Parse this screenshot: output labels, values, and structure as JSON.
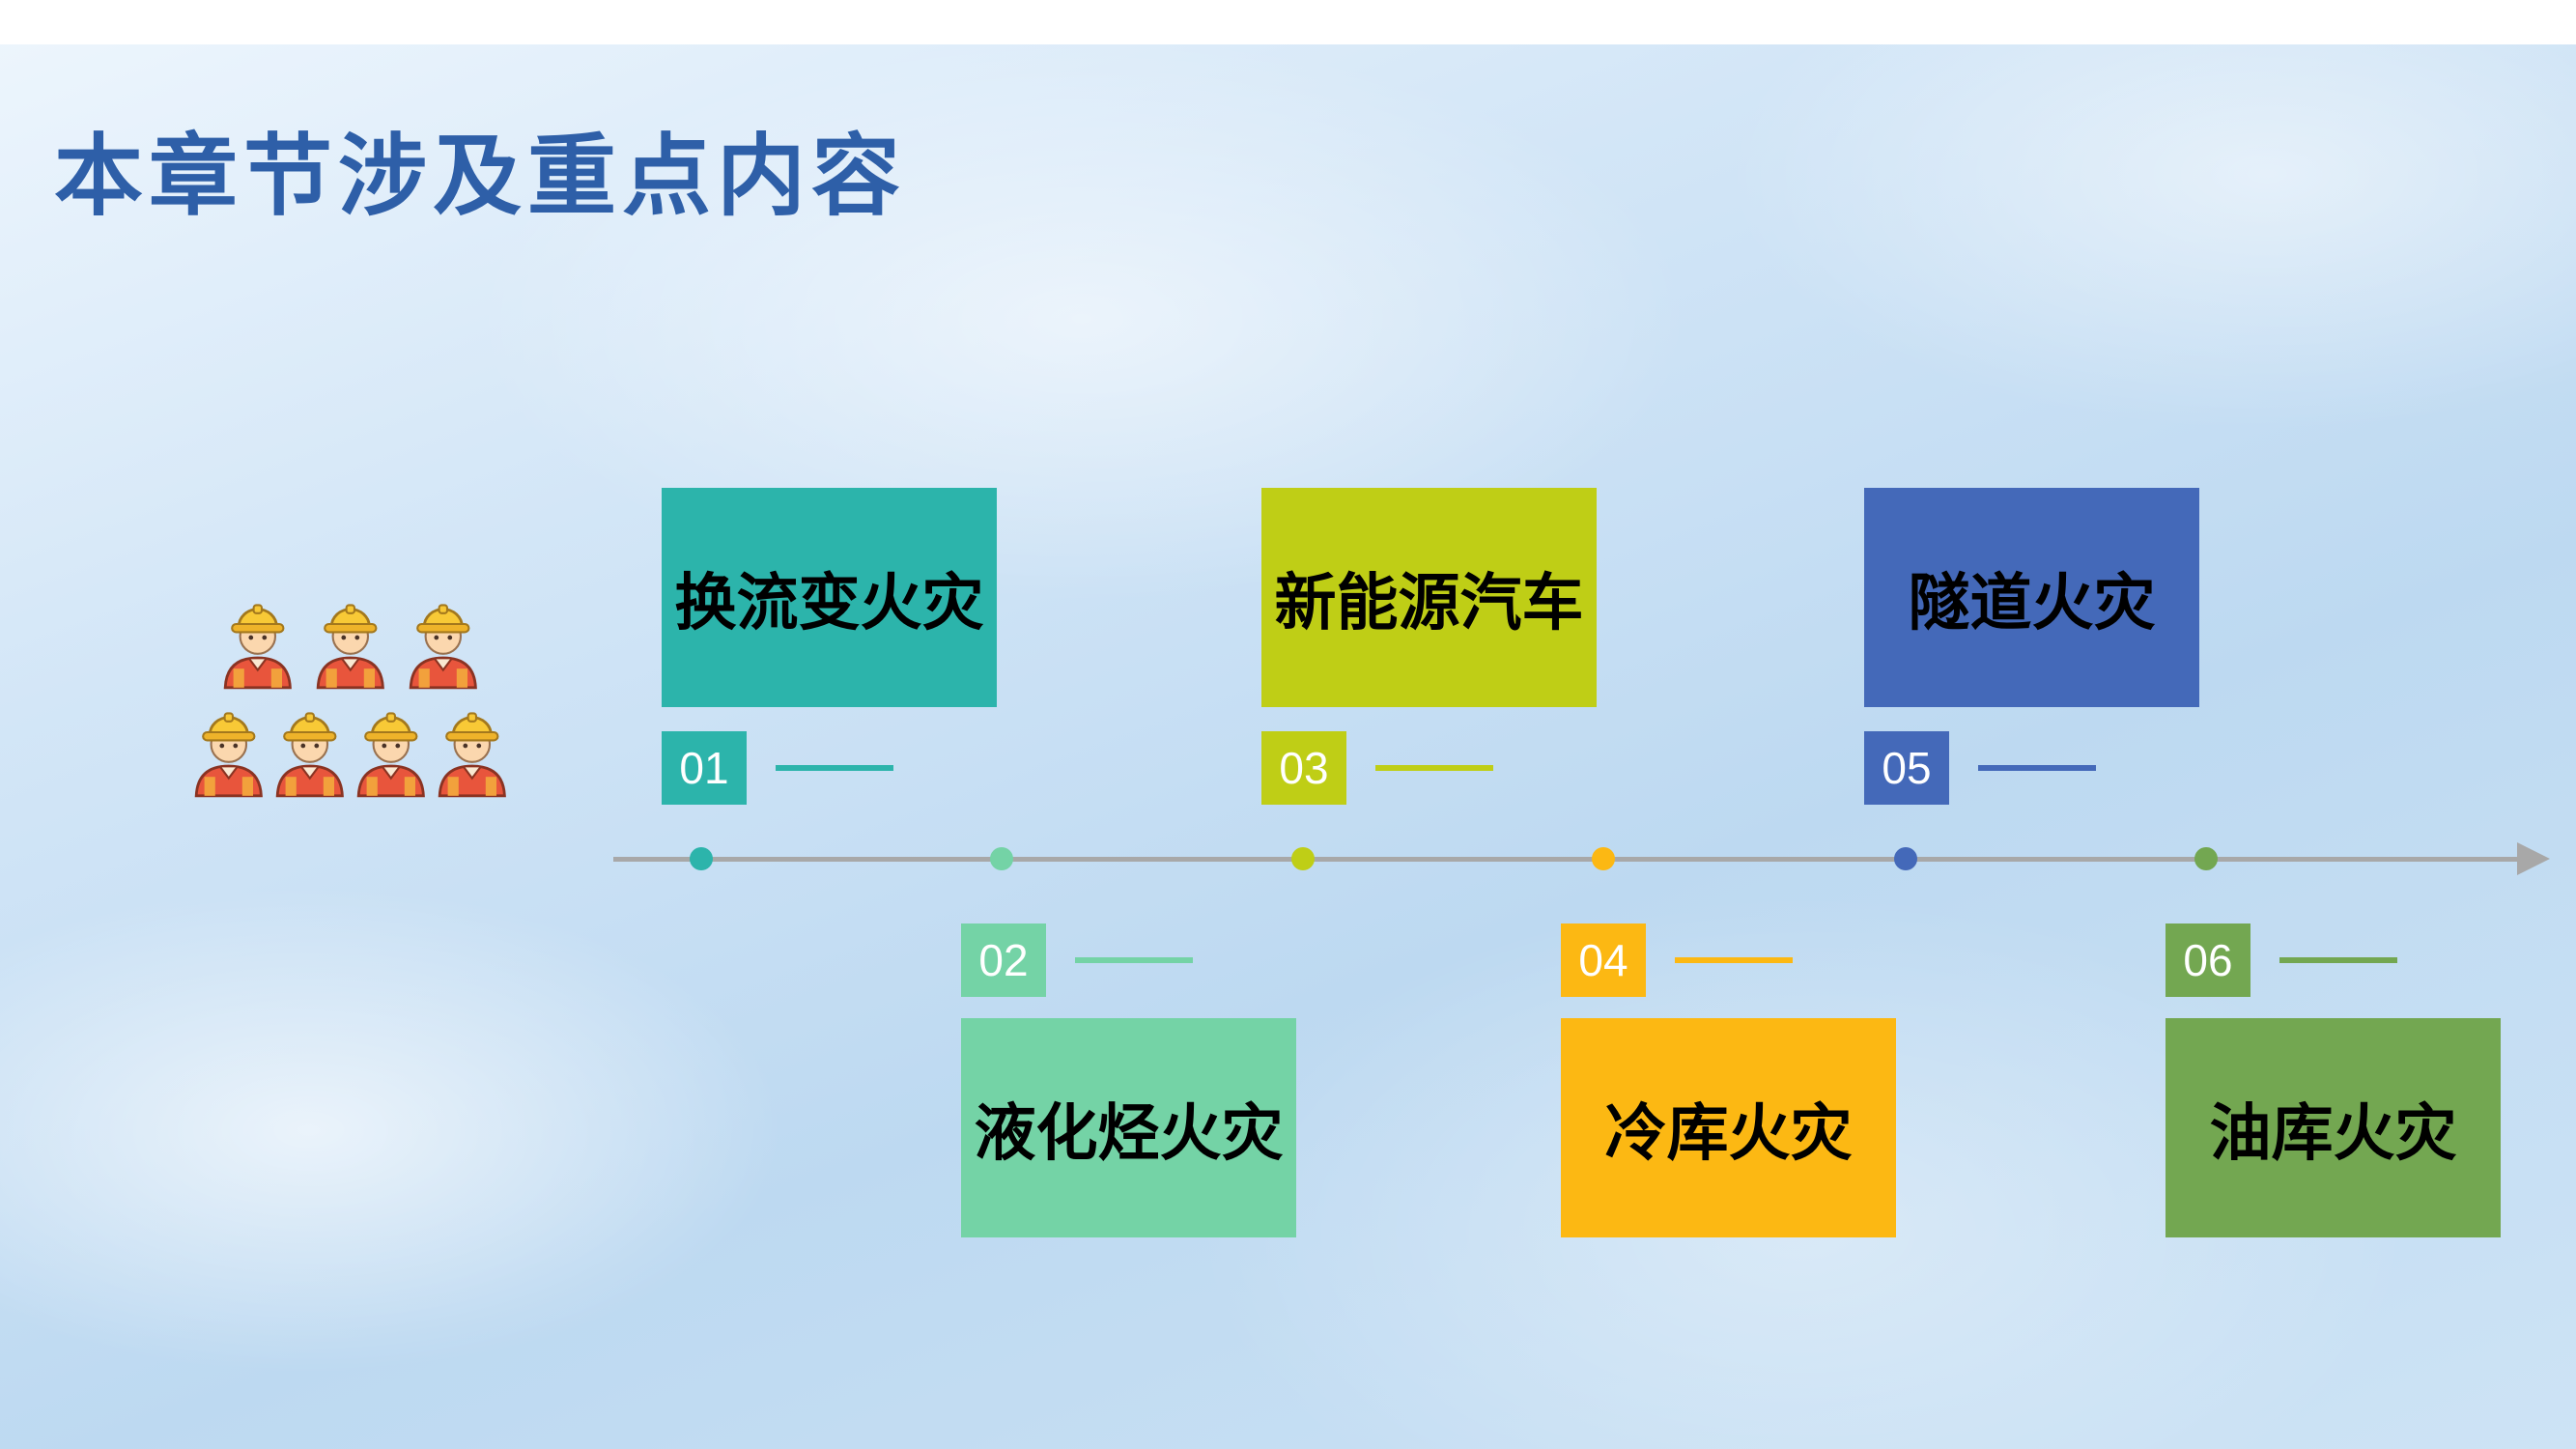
{
  "slide": {
    "title": "本章节涉及重点内容"
  },
  "timeline": {
    "axis_color": "#a8a8a8",
    "items": [
      {
        "num": "01",
        "label": "换流变火灾",
        "color": "#2cb4ab",
        "position": "above"
      },
      {
        "num": "02",
        "label": "液化烃火灾",
        "color": "#74d3a6",
        "position": "below"
      },
      {
        "num": "03",
        "label": "新能源汽车",
        "color": "#bfce16",
        "position": "above"
      },
      {
        "num": "04",
        "label": "冷库火灾",
        "color": "#fcb813",
        "position": "below"
      },
      {
        "num": "05",
        "label": "隧道火灾",
        "color": "#4469b9",
        "position": "above"
      },
      {
        "num": "06",
        "label": "油库火灾",
        "color": "#73a751",
        "position": "below"
      }
    ]
  },
  "icons": {
    "workers": "construction-workers-icon"
  },
  "theme": {
    "title_color": "#2e5fa8",
    "background": "#c5ddf2",
    "top_bar": "#ffffff"
  }
}
